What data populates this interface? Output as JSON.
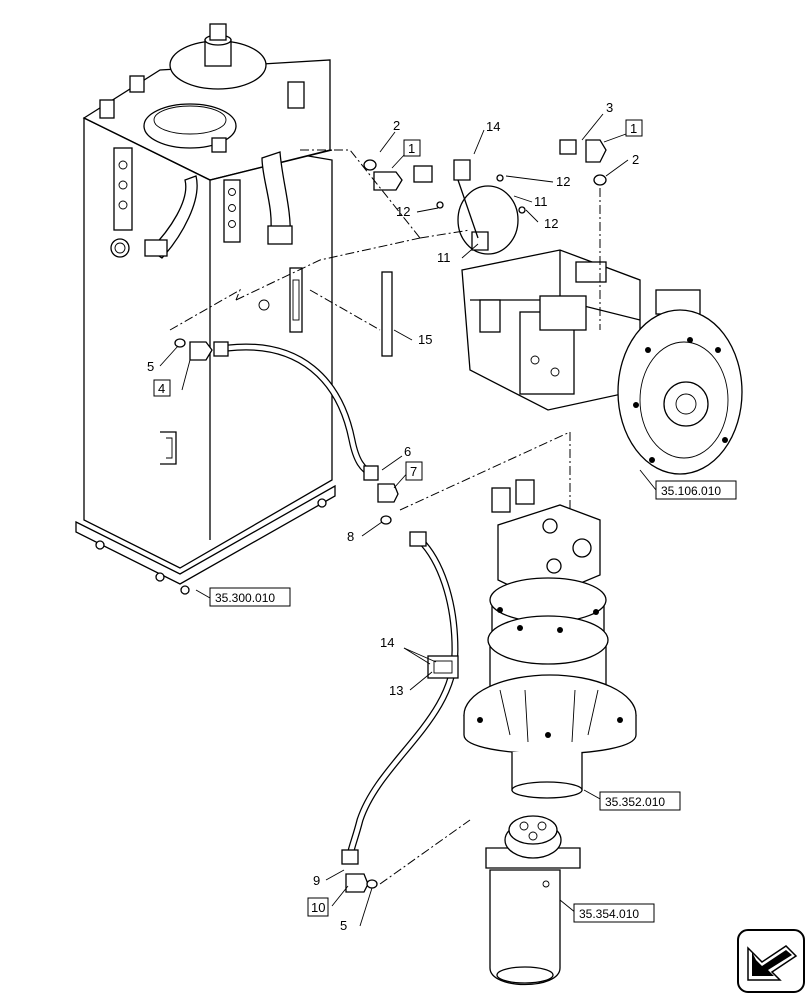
{
  "callouts": {
    "c2a": "2",
    "c1a": "1",
    "c14a": "14",
    "c3": "3",
    "c1b": "1",
    "c2b": "2",
    "c12a": "12",
    "c11a": "11",
    "c12b": "12",
    "c12c": "12",
    "c11b": "11",
    "c15": "15",
    "c5a": "5",
    "c4": "4",
    "c6": "6",
    "c7": "7",
    "c8": "8",
    "c14b": "14",
    "c13": "13",
    "c9": "9",
    "c10": "10",
    "c5b": "5"
  },
  "references": {
    "tank": "35.300.010",
    "pump": "35.106.010",
    "swing_motor": "35.352.010",
    "swivel": "35.354.010"
  },
  "icons": {
    "navigation": "arrow-icon"
  }
}
